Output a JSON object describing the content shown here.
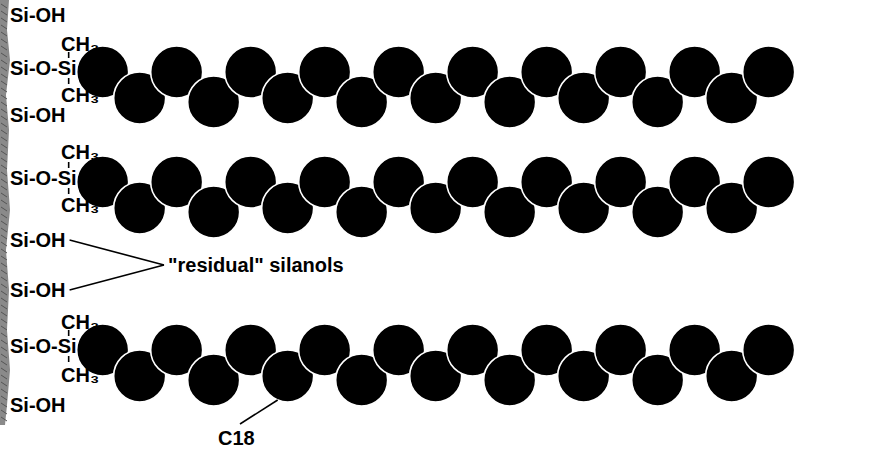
{
  "diagram": {
    "labels": [
      "Si-OH",
      "CH₃",
      "Si-O-Si",
      "CH₃",
      "Si-OH",
      "CH₃",
      "Si-O-Si",
      "CH₃",
      "Si-OH",
      "\"residual\" silanols",
      "Si-OH",
      "CH₃",
      "Si-O-Si",
      "CH₃",
      "Si-OH",
      "C18"
    ]
  }
}
